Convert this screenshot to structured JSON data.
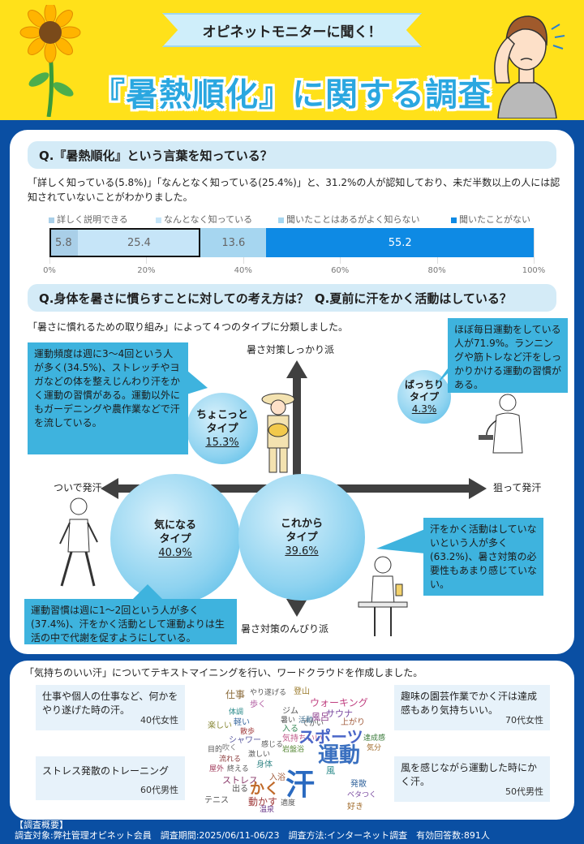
{
  "header": {
    "ribbon": "オピネットモニターに聞く！",
    "title": "『暑熱順化』に関する調査"
  },
  "q1": {
    "question": "Q.『暑熱順化』という言葉を知っている？",
    "description": "「詳しく知っている(5.8%)」「なんとなく知っている(25.4%)」と、31.2%の人が認知しており、未だ半数以上の人には認知されていないことがわかりました。",
    "chart_data": {
      "type": "bar",
      "orientation": "horizontal-stacked",
      "categories": [
        "詳しく説明できる",
        "なんとなく知っている",
        "聞いたことはあるがよく知らない",
        "聞いたことがない"
      ],
      "values": [
        5.8,
        25.4,
        13.6,
        55.2
      ],
      "colors": [
        "#a9cfe8",
        "#c6e5f8",
        "#a6d6f0",
        "#0e8ae4"
      ],
      "xlim": [
        0,
        100
      ],
      "ticks": [
        "0%",
        "20%",
        "40%",
        "60%",
        "80%",
        "100%"
      ],
      "legend_position": "top",
      "highlight": "詳しく説明できる + なんとなく知っている"
    }
  },
  "q2": {
    "question": "Q.身体を暑さに慣らすことに対しての考え方は？ Q.夏前に汗をかく活動はしている？",
    "description": "「暑さに慣れるための取り組み」によって４つのタイプに分類しました。",
    "axes": {
      "top": "暑さ対策しっかり派",
      "bottom": "暑さ対策のんびり派",
      "left": "ついで発汗",
      "right": "狙って発汗"
    },
    "types": [
      {
        "name": "ちょこっと\nタイプ",
        "pct": "15.3%"
      },
      {
        "name": "ばっちり\nタイプ",
        "pct": "4.3%"
      },
      {
        "name": "気になる\nタイプ",
        "pct": "40.9%"
      },
      {
        "name": "これから\nタイプ",
        "pct": "39.6%"
      }
    ],
    "callouts": {
      "chokotto": "運動頻度は週に3～4回という人が多く(34.5%)、ストレッチやヨガなどの体を整えじんわり汗をかく運動の習慣がある。運動以外にもガーデニングや農作業などで汗を流している。",
      "bacchiri": "ほぼ毎日運動をしている人が71.9%。ランニングや筋トレなど汗をしっかりかける運動の習慣がある。",
      "korekara": "汗をかく活動はしていないという人が多く(63.2%)、暑さ対策の必要性もあまり感じていない。",
      "kininaru": "運動習慣は週に1～2回という人が多く(37.4%)、汗をかく活動として運動よりは生活の中で代謝を促すようにしている。"
    }
  },
  "wordcloud": {
    "intro": "「気持ちのいい汗」についてテキストマイニングを行い、ワードクラウドを作成しました。",
    "quotes": [
      {
        "text": "仕事や個人の仕事など、何かをやり遂げた時の汗。",
        "who": "40代女性"
      },
      {
        "text": "ストレス発散のトレーニング",
        "who": "60代男性"
      },
      {
        "text": "趣味の園芸作業でかく汗は達成感もあり気持ちいい。",
        "who": "70代女性"
      },
      {
        "text": "風を感じながら運動した時にかく汗。",
        "who": "50代男性"
      }
    ],
    "words": [
      "仕事",
      "やり遂げる",
      "登山",
      "歩く",
      "ウォーキング",
      "サウナ",
      "体調",
      "ジム",
      "風呂",
      "上がり",
      "楽しい",
      "軽い",
      "入る",
      "でかい",
      "散歩",
      "気持ちいい",
      "シャワー",
      "吹く",
      "スポーツ",
      "達成感",
      "気分",
      "運動",
      "目的",
      "流れる",
      "激しい",
      "岩盤浴",
      "屋外",
      "終える",
      "身体",
      "入浴",
      "風",
      "ストレス",
      "出る",
      "かく",
      "汗",
      "発散",
      "テニス",
      "動かす",
      "温泉",
      "適度",
      "ベタつく",
      "好き",
      "暑い",
      "活動",
      "感じる"
    ]
  },
  "footer": {
    "heading": "【調査概要】",
    "details": "調査対象:弊社管理オピネット会員　調査期間:2025/06/11-06/23　調査方法:インターネット調査　有効回答数:891人"
  }
}
